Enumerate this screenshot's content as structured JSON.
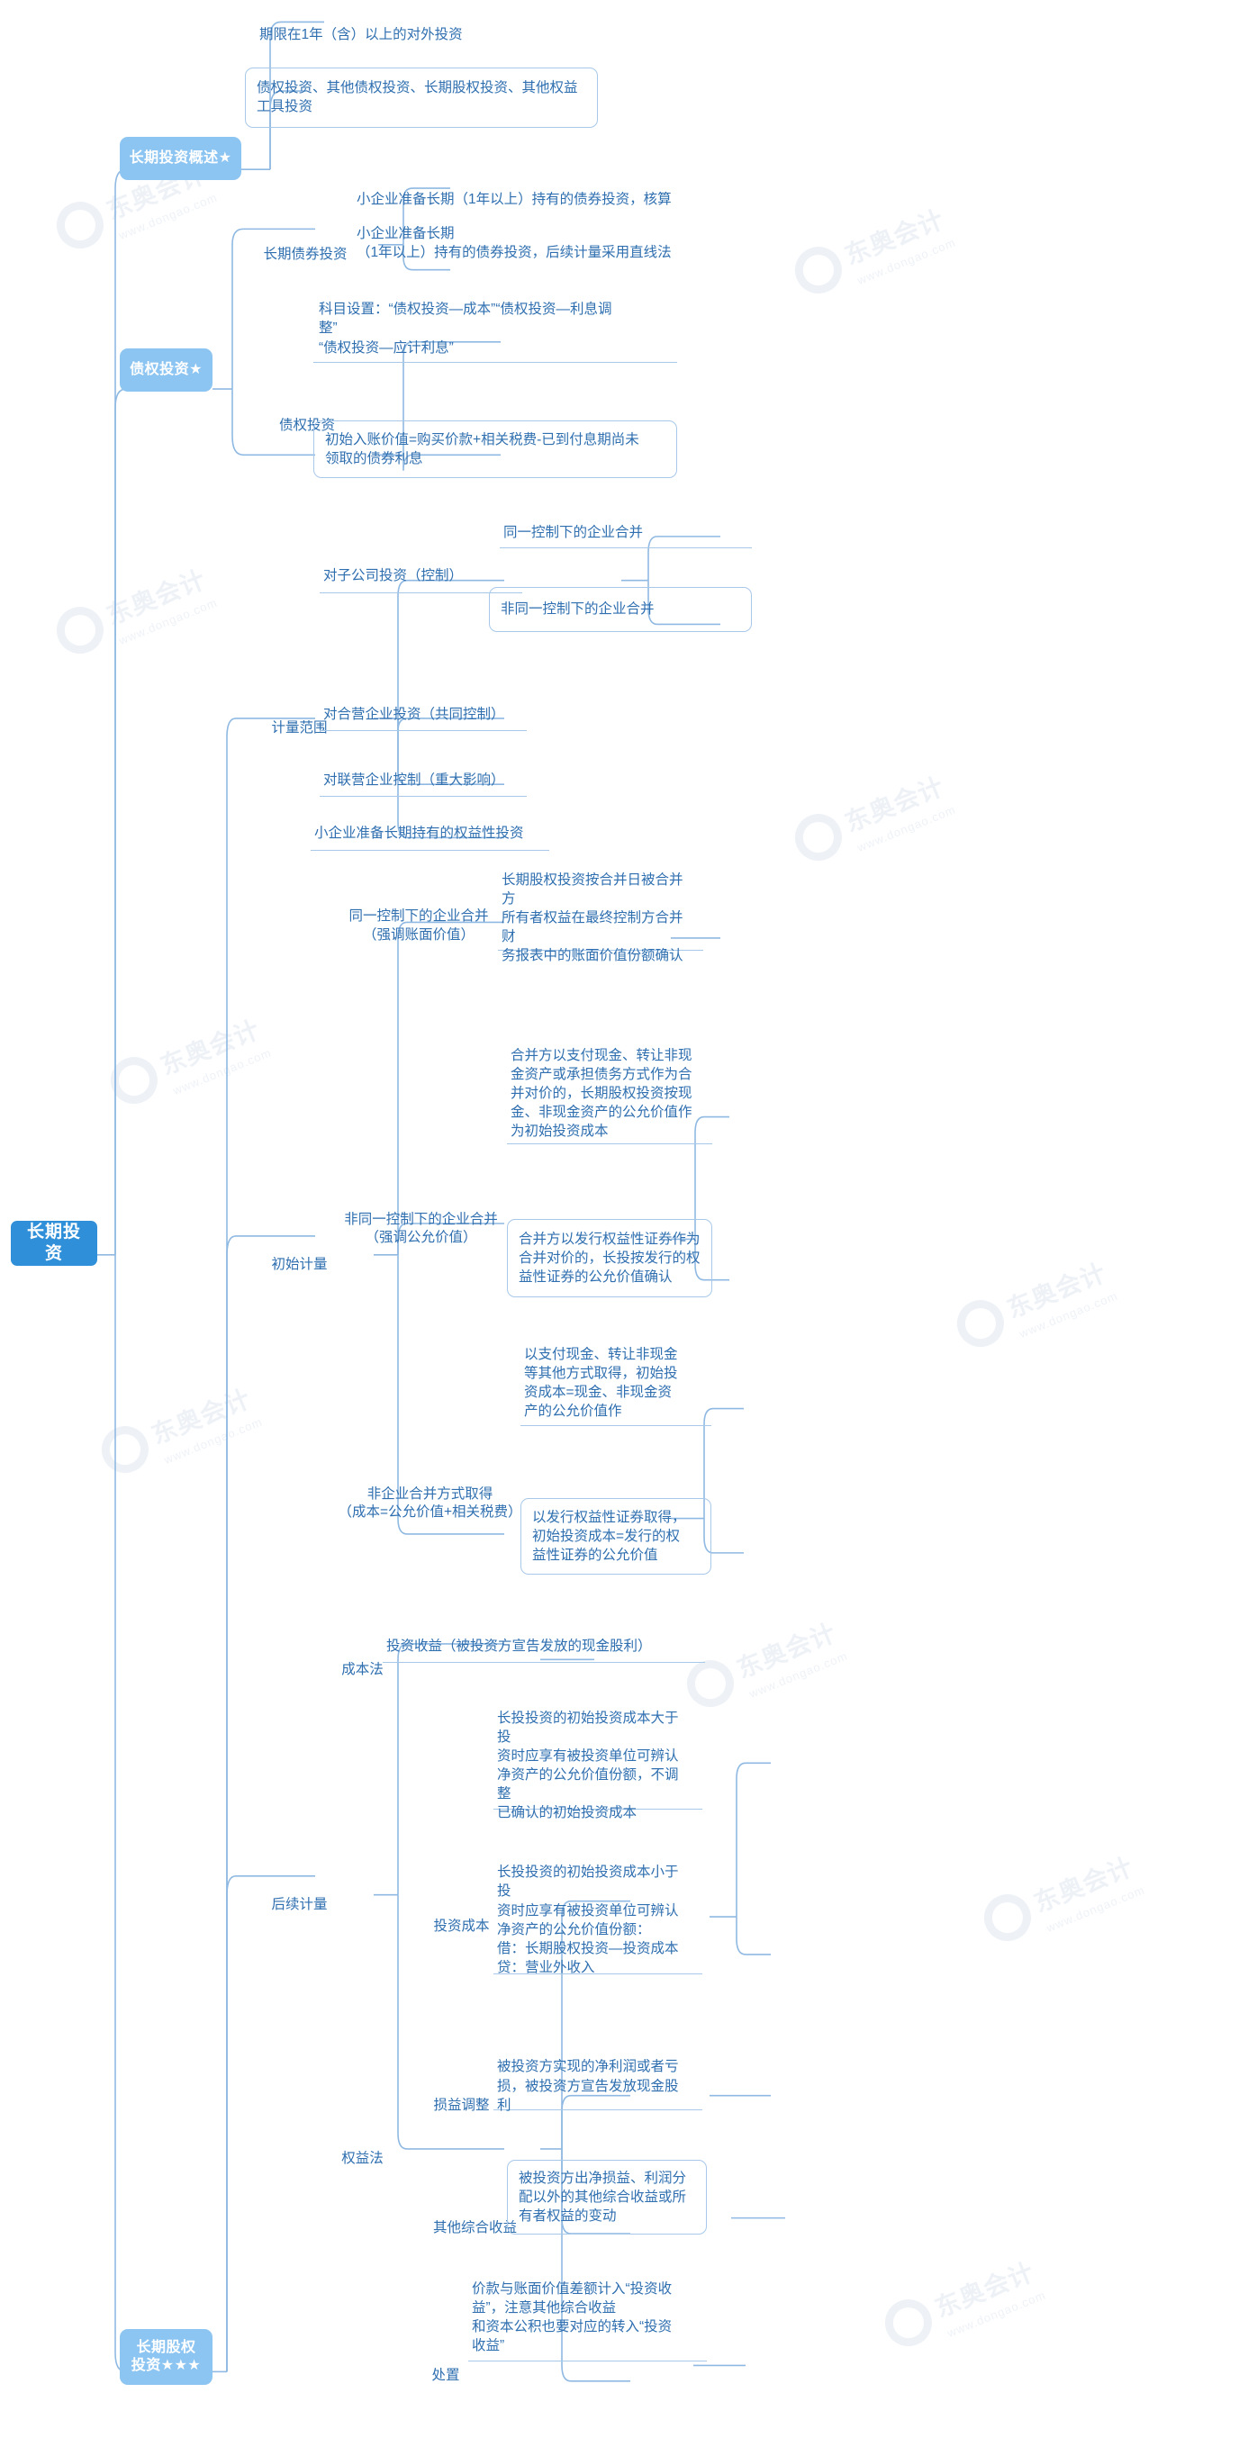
{
  "diagram": {
    "type": "mindmap",
    "title": "长期投资",
    "colors": {
      "root_fill": "#2f8fd8",
      "level1_fill": "#8dc5f2",
      "text": "#2f6fb0",
      "border": "#a8c8ea",
      "background": "#ffffff",
      "watermark": "#eef2f7"
    },
    "watermark_text": "东奥会计在线",
    "watermark_sub": "www.dongao.com"
  },
  "root": {
    "label": "长期投资"
  },
  "branches": [
    {
      "id": "overview",
      "label": "长期投资概述★",
      "children": [
        {
          "id": "ov-1",
          "label": "期限在1年（含）以上的对外投资",
          "style": "plain"
        },
        {
          "id": "ov-2",
          "label": "债权投资、其他债权投资、长期股权投资、其他权益\n工具投资",
          "style": "boxed"
        }
      ]
    },
    {
      "id": "creditor",
      "label": "债权投资★",
      "children": [
        {
          "id": "cr-1",
          "label": "长期债券投资",
          "style": "plain",
          "children": [
            {
              "id": "cr-1-1",
              "label": "小企业准备长期（1年以上）持有的债券投资，核算",
              "style": "plain"
            },
            {
              "id": "cr-1-2",
              "label": "小企业准备长期\n（1年以上）持有的债券投资，后续计量采用直线法",
              "style": "plain"
            }
          ]
        },
        {
          "id": "cr-2",
          "label": "债权投资",
          "style": "plain",
          "children": [
            {
              "id": "cr-2-1",
              "label": "科目设置：“债权投资—成本”“债权投资—利息调\n整”\n“债权投资—应计利息”",
              "style": "ul"
            },
            {
              "id": "cr-2-2",
              "label": "初始入账价值=购买价款+相关税费-已到付息期尚未\n领取的债券利息",
              "style": "boxed"
            }
          ]
        }
      ]
    },
    {
      "id": "equity",
      "label": "长期股权\n投资★★★",
      "children": [
        {
          "id": "eq-scope",
          "label": "计量范围",
          "style": "plain",
          "children": [
            {
              "id": "eq-scope-1",
              "label": "对子公司投资（控制）",
              "style": "ul",
              "children": [
                {
                  "id": "eq-scope-1-1",
                  "label": "同一控制下的企业合并",
                  "style": "ul"
                },
                {
                  "id": "eq-scope-1-2",
                  "label": "非同一控制下的企业合并",
                  "style": "boxed"
                }
              ]
            },
            {
              "id": "eq-scope-2",
              "label": "对合营企业投资（共同控制）",
              "style": "ul"
            },
            {
              "id": "eq-scope-3",
              "label": "对联营企业控制（重大影响）",
              "style": "ul"
            },
            {
              "id": "eq-scope-4",
              "label": "小企业准备长期持有的权益性投资",
              "style": "ul"
            }
          ]
        },
        {
          "id": "eq-initial",
          "label": "初始计量",
          "style": "plain",
          "children": [
            {
              "id": "eq-init-1",
              "label": "同一控制下的企业合并\n（强调账面价值）",
              "style": "plain",
              "children": [
                {
                  "id": "eq-init-1-1",
                  "label": "长期股权投资按合并日被合并方\n所有者权益在最终控制方合并财\n务报表中的账面价值份额确认",
                  "style": "ul"
                }
              ]
            },
            {
              "id": "eq-init-2",
              "label": "非同一控制下的企业合并\n（强调公允价值）",
              "style": "plain",
              "children": [
                {
                  "id": "eq-init-2-1",
                  "label": "合并方以支付现金、转让非现\n金资产或承担债务方式作为合\n并对价的，长期股权投资按现\n金、非现金资产的公允价值作\n为初始投资成本",
                  "style": "ul"
                },
                {
                  "id": "eq-init-2-2",
                  "label": "合并方以发行权益性证券作为\n合并对价的，长投按发行的权\n益性证券的公允价值确认",
                  "style": "boxed"
                }
              ]
            },
            {
              "id": "eq-init-3",
              "label": "非企业合并方式取得\n（成本=公允价值+相关税费）",
              "style": "plain",
              "children": [
                {
                  "id": "eq-init-3-1",
                  "label": "以支付现金、转让非现金\n等其他方式取得，初始投\n资成本=现金、非现金资\n产的公允价值作",
                  "style": "ul"
                },
                {
                  "id": "eq-init-3-2",
                  "label": "以发行权益性证券取得，\n初始投资成本=发行的权\n益性证券的公允价值",
                  "style": "boxed"
                }
              ]
            }
          ]
        },
        {
          "id": "eq-subseq",
          "label": "后续计量",
          "style": "plain",
          "children": [
            {
              "id": "eq-sub-cost",
              "label": "成本法",
              "style": "plain",
              "children": [
                {
                  "id": "eq-sub-cost-1",
                  "label": "投资收益（被投资方宣告发放的现金股利）",
                  "style": "ul"
                }
              ]
            },
            {
              "id": "eq-sub-equity",
              "label": "权益法",
              "style": "plain",
              "children": [
                {
                  "id": "eq-sub-eq-1",
                  "label": "投资成本",
                  "style": "plain",
                  "children": [
                    {
                      "id": "eq-sub-eq-1-1",
                      "label": "长投投资的初始投资成本大于投\n资时应享有被投资单位可辨认\n净资产的公允价值份额，不调整\n已确认的初始投资成本",
                      "style": "ul"
                    },
                    {
                      "id": "eq-sub-eq-1-2",
                      "label": "长投投资的初始投资成本小于投\n资时应享有被投资单位可辨认\n净资产的公允价值份额：\n借：长期股权投资—投资成本\n贷：营业外收入",
                      "style": "ul"
                    }
                  ]
                },
                {
                  "id": "eq-sub-eq-2",
                  "label": "损益调整",
                  "style": "plain",
                  "children": [
                    {
                      "id": "eq-sub-eq-2-1",
                      "label": "被投资方实现的净利润或者亏\n损，被投资方宣告发放现金股利",
                      "style": "ul"
                    }
                  ]
                },
                {
                  "id": "eq-sub-eq-3",
                  "label": "其他综合收益",
                  "style": "plain",
                  "children": [
                    {
                      "id": "eq-sub-eq-3-1",
                      "label": "被投资方出净损益、利润分\n配以外的其他综合收益或所\n有者权益的变动",
                      "style": "boxed"
                    }
                  ]
                },
                {
                  "id": "eq-sub-eq-4",
                  "label": "处置",
                  "style": "plain",
                  "children": [
                    {
                      "id": "eq-sub-eq-4-1",
                      "label": "价款与账面价值差额计入“投资收\n益”，注意其他综合收益\n和资本公积也要对应的转入“投资\n收益”",
                      "style": "ul"
                    }
                  ]
                }
              ]
            }
          ]
        }
      ]
    }
  ]
}
